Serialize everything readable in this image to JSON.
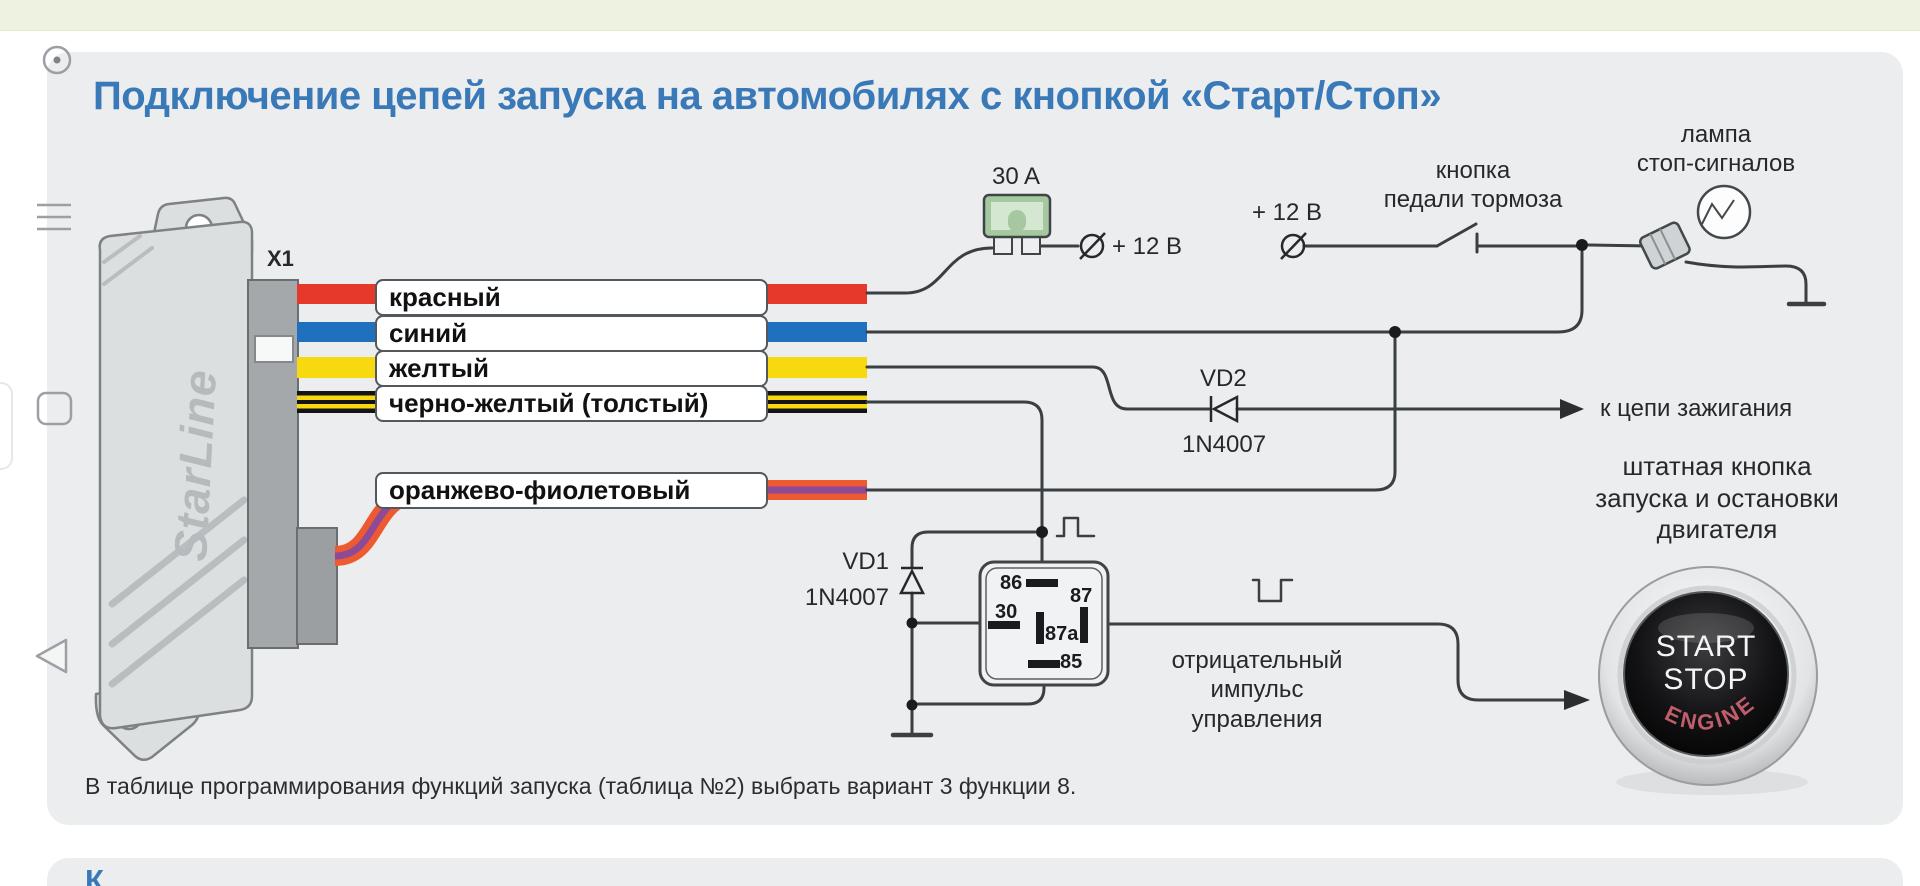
{
  "colors": {
    "accent_blue": "#3a79b8",
    "wire_line": "#3a3f43",
    "engine_text": "#c05e6c"
  },
  "header": {
    "title": "Подключение цепей запуска на автомобилях с кнопкой «Старт/Стоп»"
  },
  "device": {
    "brand": "StarLine",
    "connector": "X1"
  },
  "wires": [
    {
      "label": "красный",
      "color": "#e6392c"
    },
    {
      "label": "синий",
      "color": "#1f70bd"
    },
    {
      "label": "желтый",
      "color": "#f8d90f"
    },
    {
      "label": "черно-желтый (толстый)",
      "color": "#141414",
      "stripe": "#f8d90f"
    },
    {
      "label": "оранжево-фиолетовый",
      "color": "#ed5a31",
      "stripe": "#8d4a96"
    }
  ],
  "fuse": {
    "rating": "30 A"
  },
  "power": {
    "source1": "+ 12 В",
    "source2": "+ 12 В"
  },
  "brake_switch": {
    "line1": "кнопка",
    "line2": "педали тормоза"
  },
  "stop_lamp": {
    "line1": "лампа",
    "line2": "стоп-сигналов"
  },
  "vd2": {
    "name": "VD2",
    "part": "1N4007"
  },
  "vd1": {
    "name": "VD1",
    "part": "1N4007"
  },
  "ignition": {
    "label": "к цепи зажигания"
  },
  "relay": {
    "pin86": "86",
    "pin87": "87",
    "pin30": "30",
    "pin87a": "87a",
    "pin85": "85"
  },
  "impulse": {
    "line1": "отрицательный",
    "line2": "импульс",
    "line3": "управления"
  },
  "oem_button": {
    "line1": "штатная кнопка",
    "line2": "запуска и остановки",
    "line3": "двигателя",
    "start": "START",
    "stop": "STOP",
    "engine": "ENGINE"
  },
  "footer": {
    "note": "В таблице программирования функций запуска (таблица №2) выбрать вариант 3 функции 8.",
    "next_section_initial": "К"
  }
}
